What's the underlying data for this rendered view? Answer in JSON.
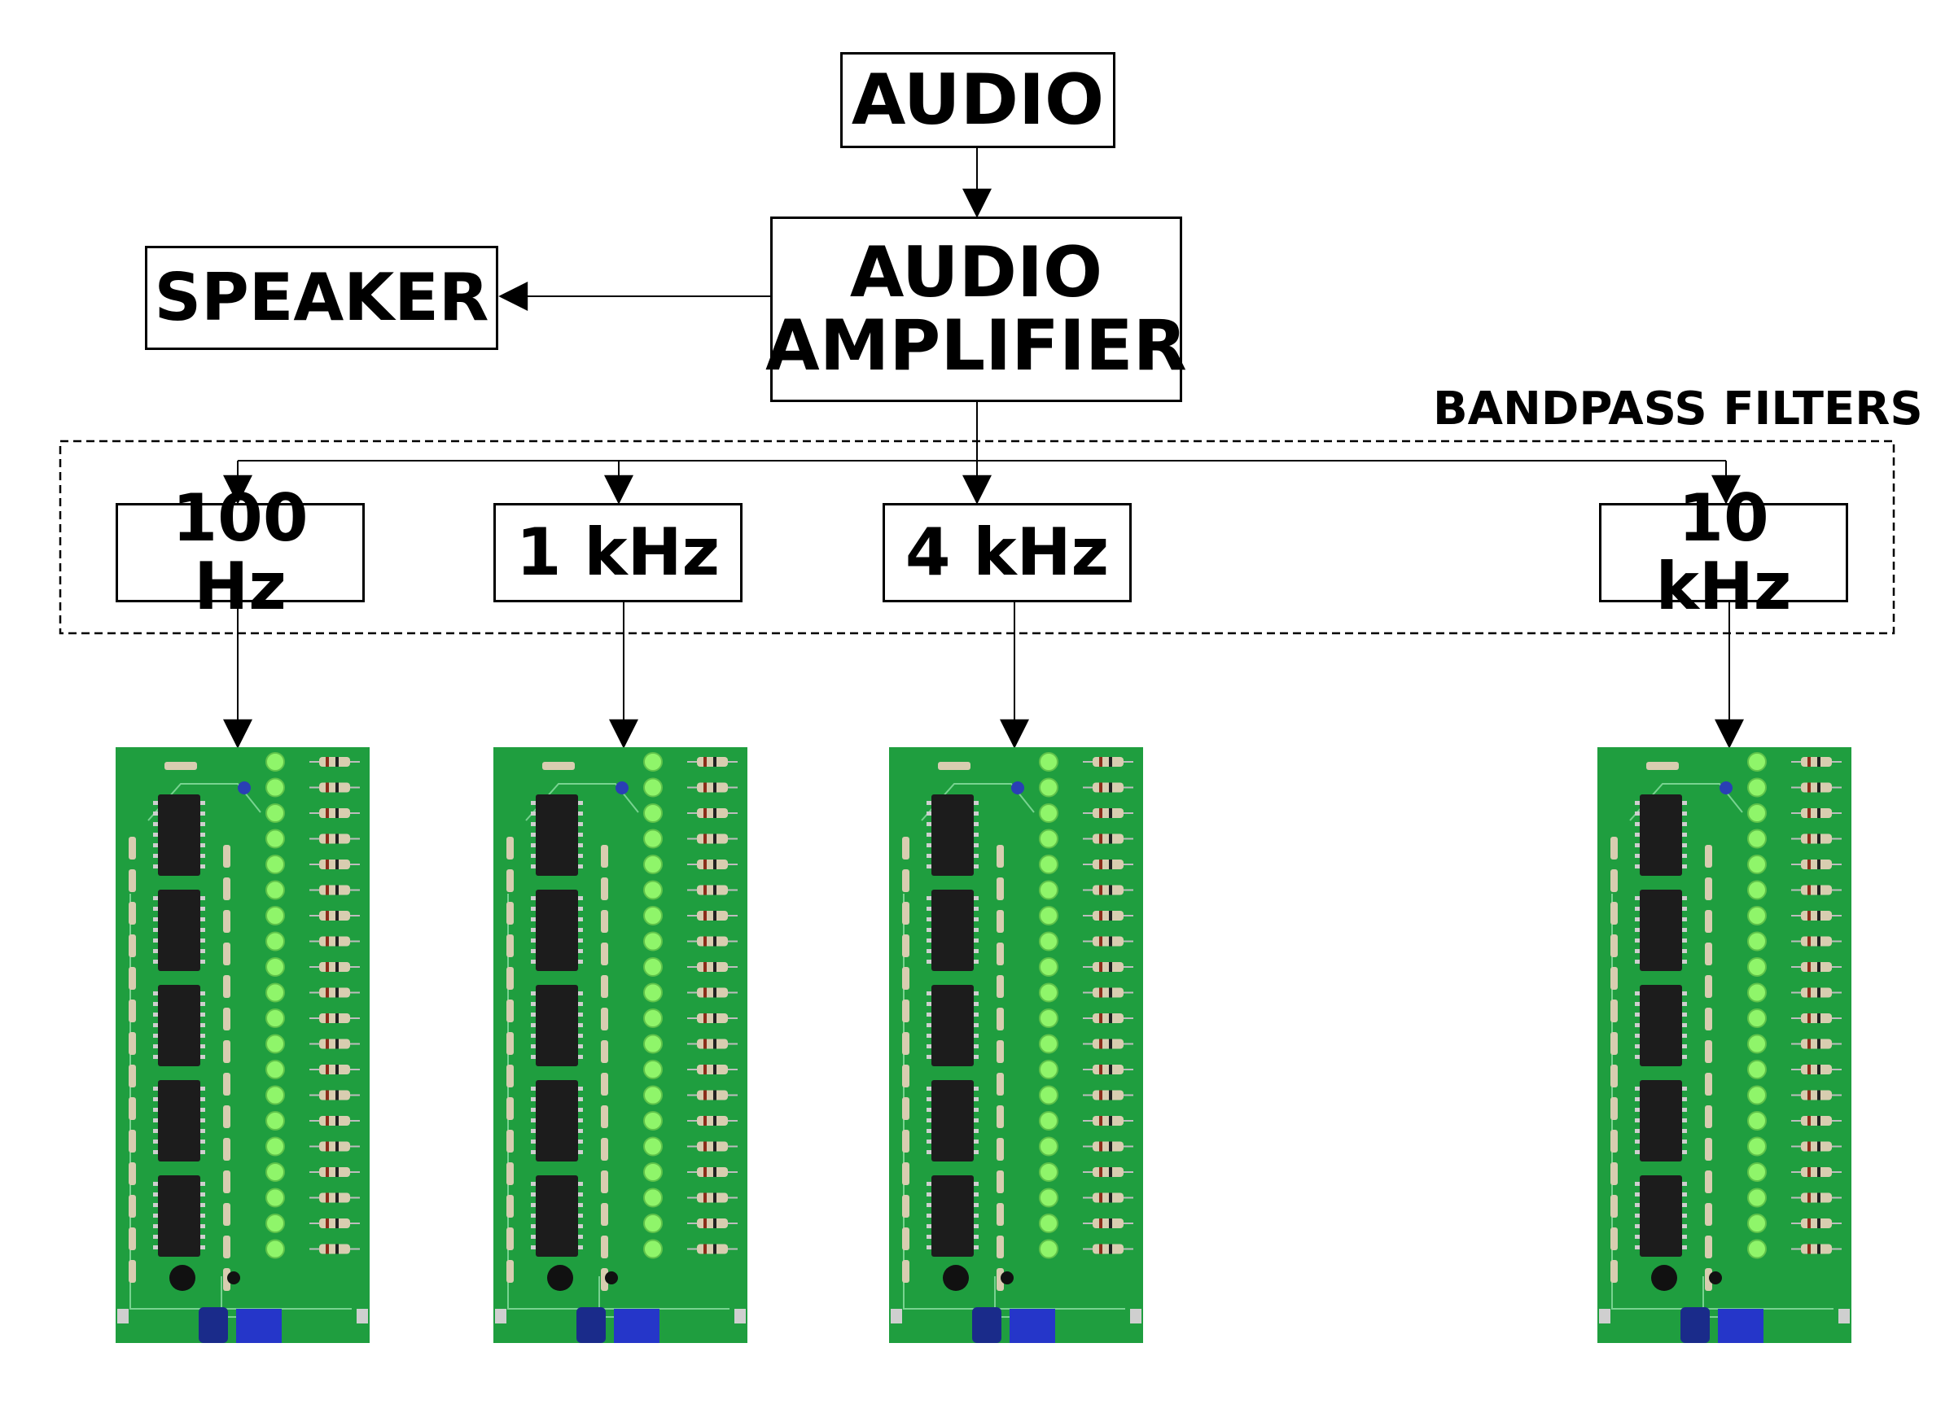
{
  "blocks": {
    "audio": "AUDIO",
    "amplifier_line1": "AUDIO",
    "amplifier_line2": "AMPLIFIER",
    "speaker": "SPEAKER"
  },
  "filter_group": {
    "label": "BANDPASS FILTERS",
    "filters": [
      "100 Hz",
      "1 kHz",
      "4 kHz",
      "10 kHz"
    ]
  },
  "colors": {
    "pcb": "#1f9e3f",
    "trace": "#8fe0a5",
    "led": "#8ff56a",
    "chip": "#1c1c1c",
    "line": "#000000"
  }
}
